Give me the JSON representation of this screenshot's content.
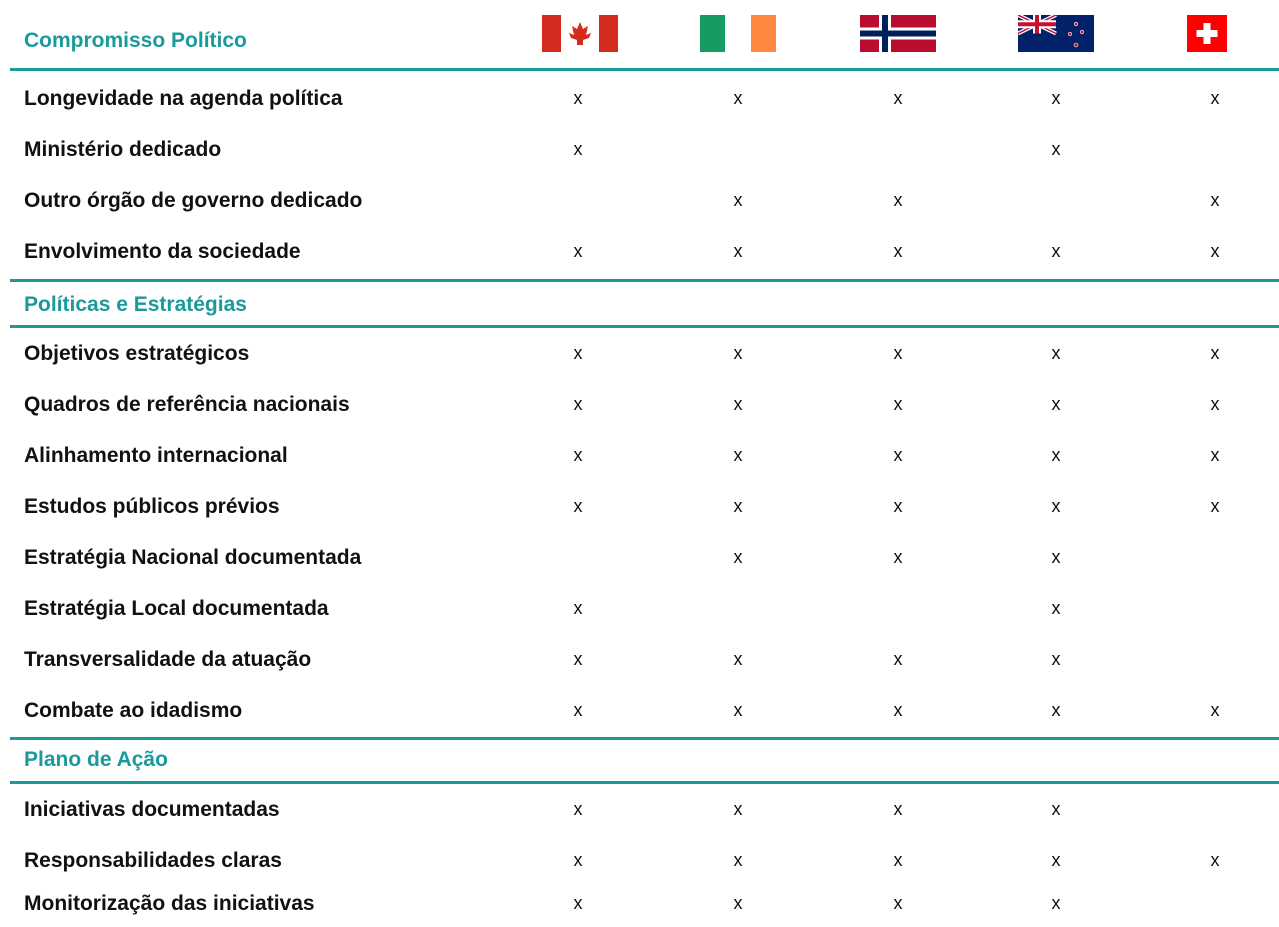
{
  "colors": {
    "accent": "#1b9a9c",
    "text": "#111111"
  },
  "countries": [
    {
      "flag_icon": "canada-flag-icon"
    },
    {
      "flag_icon": "ireland-flag-icon"
    },
    {
      "flag_icon": "norway-flag-icon"
    },
    {
      "flag_icon": "new-zealand-flag-icon"
    },
    {
      "flag_icon": "switzerland-flag-icon"
    }
  ],
  "sections": [
    {
      "title": "Compromisso Político",
      "rows": [
        {
          "label": "Longevidade na agenda política",
          "marks": [
            "x",
            "x",
            "x",
            "x",
            "x"
          ]
        },
        {
          "label": "Ministério dedicado",
          "marks": [
            "x",
            "",
            "",
            "x",
            ""
          ]
        },
        {
          "label": "Outro órgão de governo dedicado",
          "marks": [
            "",
            "x",
            "x",
            "",
            "x"
          ]
        },
        {
          "label": "Envolvimento da sociedade",
          "marks": [
            "x",
            "x",
            "x",
            "x",
            "x"
          ]
        }
      ]
    },
    {
      "title": "Políticas e Estratégias",
      "rows": [
        {
          "label": "Objetivos estratégicos",
          "marks": [
            "x",
            "x",
            "x",
            "x",
            "x"
          ]
        },
        {
          "label": "Quadros de referência nacionais",
          "marks": [
            "x",
            "x",
            "x",
            "x",
            "x"
          ]
        },
        {
          "label": "Alinhamento internacional",
          "marks": [
            "x",
            "x",
            "x",
            "x",
            "x"
          ]
        },
        {
          "label": "Estudos públicos prévios",
          "marks": [
            "x",
            "x",
            "x",
            "x",
            "x"
          ]
        },
        {
          "label": "Estratégia Nacional documentada",
          "marks": [
            "",
            "x",
            "x",
            "x",
            ""
          ]
        },
        {
          "label": "Estratégia Local documentada",
          "marks": [
            "x",
            "",
            "",
            "x",
            ""
          ]
        },
        {
          "label": "Transversalidade da atuação",
          "marks": [
            "x",
            "x",
            "x",
            "x",
            ""
          ]
        },
        {
          "label": "Combate ao idadismo",
          "marks": [
            "x",
            "x",
            "x",
            "x",
            "x"
          ]
        }
      ]
    },
    {
      "title": "Plano de Ação",
      "rows": [
        {
          "label": "Iniciativas documentadas",
          "marks": [
            "x",
            "x",
            "x",
            "x",
            ""
          ]
        },
        {
          "label": "Responsabilidades claras",
          "marks": [
            "x",
            "x",
            "x",
            "x",
            "x"
          ]
        },
        {
          "label": "Monitorização das iniciativas",
          "marks": [
            "x",
            "x",
            "x",
            "x",
            ""
          ]
        }
      ]
    }
  ]
}
